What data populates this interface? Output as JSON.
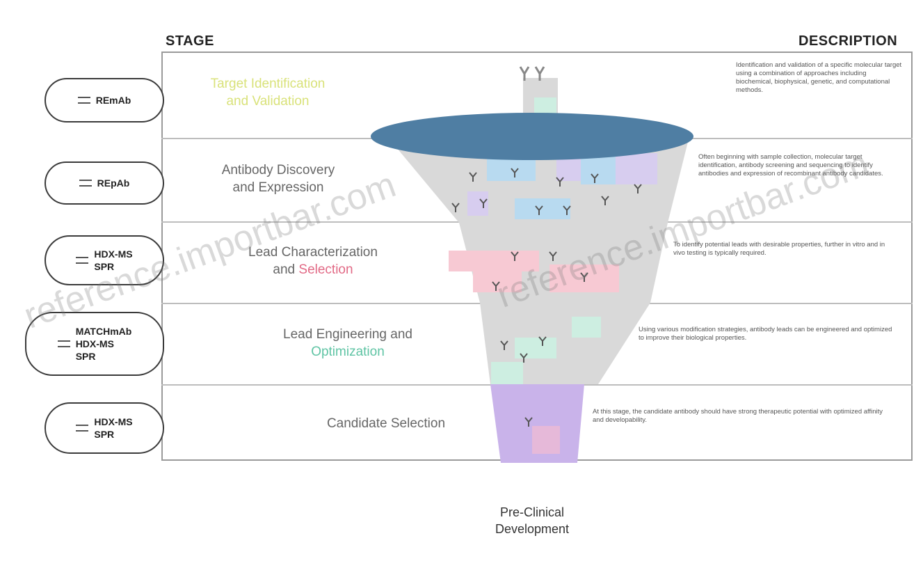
{
  "headers": {
    "stage": "STAGE",
    "description": "DESCRIPTION"
  },
  "stages": [
    {
      "tools": [
        "REmAb"
      ],
      "name_parts": [
        {
          "text": "Target Identification",
          "color": "#e4e9a8"
        },
        {
          "text": "and Validation",
          "color": "#e4e9a8"
        }
      ],
      "description": "Identification and validation of a specific molecular target using a combination of approaches including biochemical, biophysical, genetic, and computational methods."
    },
    {
      "tools": [
        "REpAb"
      ],
      "name_parts": [
        {
          "text": "Antibody Discovery",
          "color": "#6f6f6f"
        },
        {
          "text": "and Expression",
          "color": "#6f6f6f"
        }
      ],
      "description": "Often beginning with sample collection, molecular target identification, antibody screening and sequencing to identify antibodies and expression of recombinant antibody candidates."
    },
    {
      "tools": [
        "HDX-MS",
        "SPR"
      ],
      "name_parts": [
        {
          "text": "Lead Characterization",
          "color": "#6f6f6f"
        },
        {
          "text": "and ",
          "color": "#6f6f6f",
          "inline_next": "Selection",
          "inline_color": "#e26a86"
        }
      ],
      "description": "To identify potential leads with desirable properties, further in vitro and in vivo testing is typically required."
    },
    {
      "tools": [
        "MATCHmAb",
        "HDX-MS",
        "SPR"
      ],
      "name_parts": [
        {
          "text": "Lead Engineering and",
          "color": "#6f6f6f"
        },
        {
          "text": "Optimization",
          "color": "#5fc4a4"
        }
      ],
      "description": "Using various modification strategies, antibody leads can be engineered and optimized to improve their biological properties."
    },
    {
      "tools": [
        "HDX-MS",
        "SPR"
      ],
      "name_parts": [
        {
          "text": "Candidate Selection",
          "color": "#6f6f6f"
        }
      ],
      "description": "At this stage, the candidate antibody should have strong therapeutic potential with optimized affinity and developability."
    }
  ],
  "footer": [
    "Pre-Clinical",
    "Development"
  ],
  "watermark": "reference.importbar.com",
  "colors": {
    "funnel_lid": "#4f7ea3",
    "blue": "#b8daf0",
    "lavender": "#d7cdef",
    "pink": "#f7c9d3",
    "mint": "#cdeee1",
    "grey": "#d9d9d9",
    "purple": "#c9b3ea"
  },
  "icons": {
    "tool_icon": "instrument-icon",
    "antibody_icon": "antibody-y-icon"
  }
}
